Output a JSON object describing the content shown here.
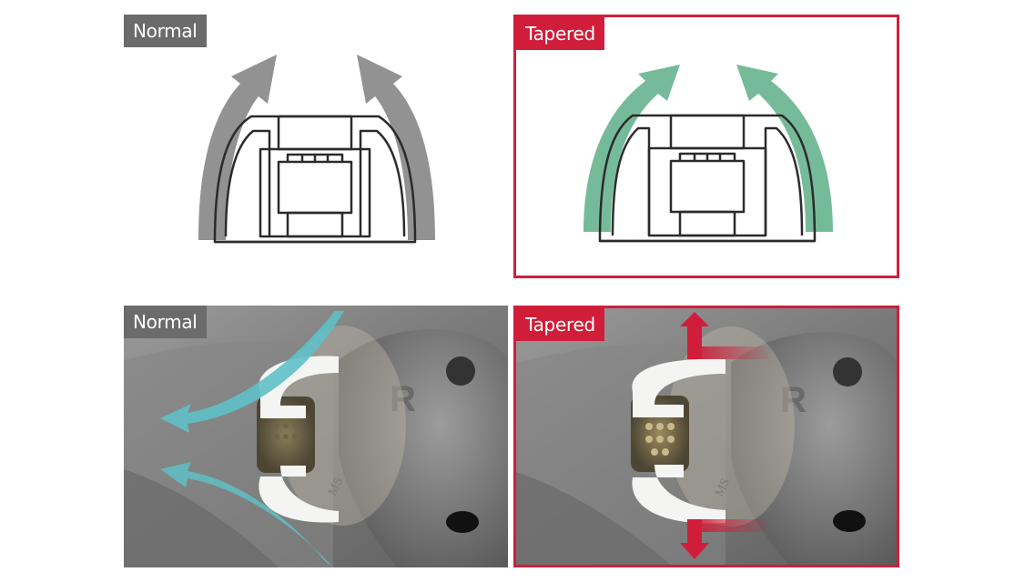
{
  "top_left": {
    "label": "Normal",
    "label_color": "#6b6b6b",
    "arrow_color": "#8c8c8c"
  },
  "top_right": {
    "label": "Tapered",
    "label_color": "#d01e3a",
    "arrow_color": "#6fb794",
    "frame_color": "#d01e3a"
  },
  "bottom_left": {
    "label": "Normal",
    "label_color": "#6b6b6b",
    "flow_color": "#5fc0c6",
    "ear_mark": "R",
    "tip_mark": "MS"
  },
  "bottom_right": {
    "label": "Tapered",
    "label_color": "#d01e3a",
    "flow_color": "#d01e3a",
    "frame_color": "#d01e3a",
    "ear_mark": "R",
    "tip_mark": "MS"
  }
}
